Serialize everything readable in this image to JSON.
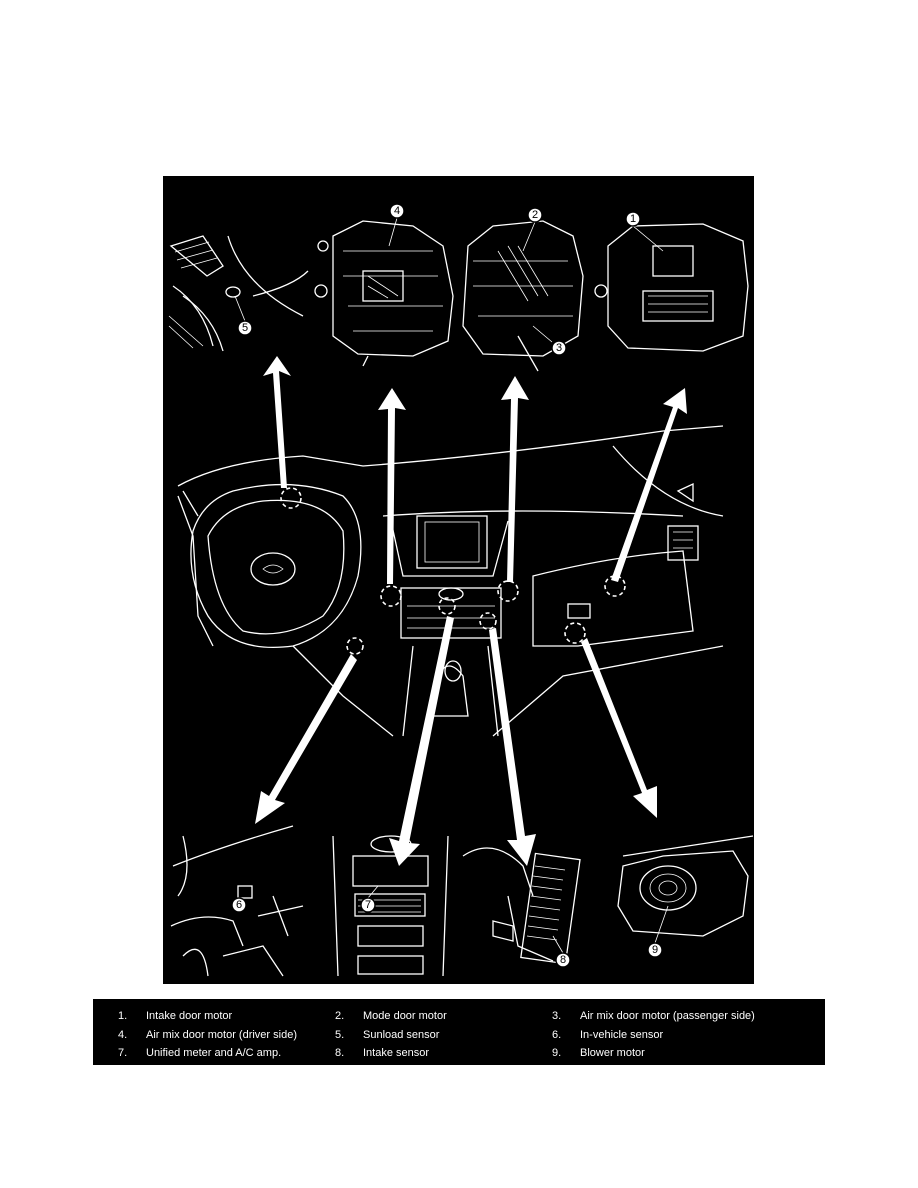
{
  "diagram": {
    "callouts": [
      {
        "id": "1",
        "label": "1"
      },
      {
        "id": "2",
        "label": "2"
      },
      {
        "id": "3",
        "label": "3"
      },
      {
        "id": "4",
        "label": "4"
      },
      {
        "id": "5",
        "label": "5"
      },
      {
        "id": "6",
        "label": "6"
      },
      {
        "id": "7",
        "label": "7"
      },
      {
        "id": "8",
        "label": "8"
      },
      {
        "id": "9",
        "label": "9"
      }
    ]
  },
  "legend": {
    "items": [
      {
        "num": "1.",
        "label": "Intake door motor"
      },
      {
        "num": "2.",
        "label": "Mode door motor"
      },
      {
        "num": "3.",
        "label": "Air mix door motor (passenger side)"
      },
      {
        "num": "4.",
        "label": "Air mix door motor (driver side)"
      },
      {
        "num": "5.",
        "label": "Sunload sensor"
      },
      {
        "num": "6.",
        "label": "In-vehicle sensor"
      },
      {
        "num": "7.",
        "label": "Unified meter and A/C amp."
      },
      {
        "num": "8.",
        "label": "Intake sensor"
      },
      {
        "num": "9.",
        "label": "Blower motor"
      }
    ]
  },
  "colors": {
    "background": "#000000",
    "linework": "#ffffff",
    "page": "#ffffff"
  }
}
